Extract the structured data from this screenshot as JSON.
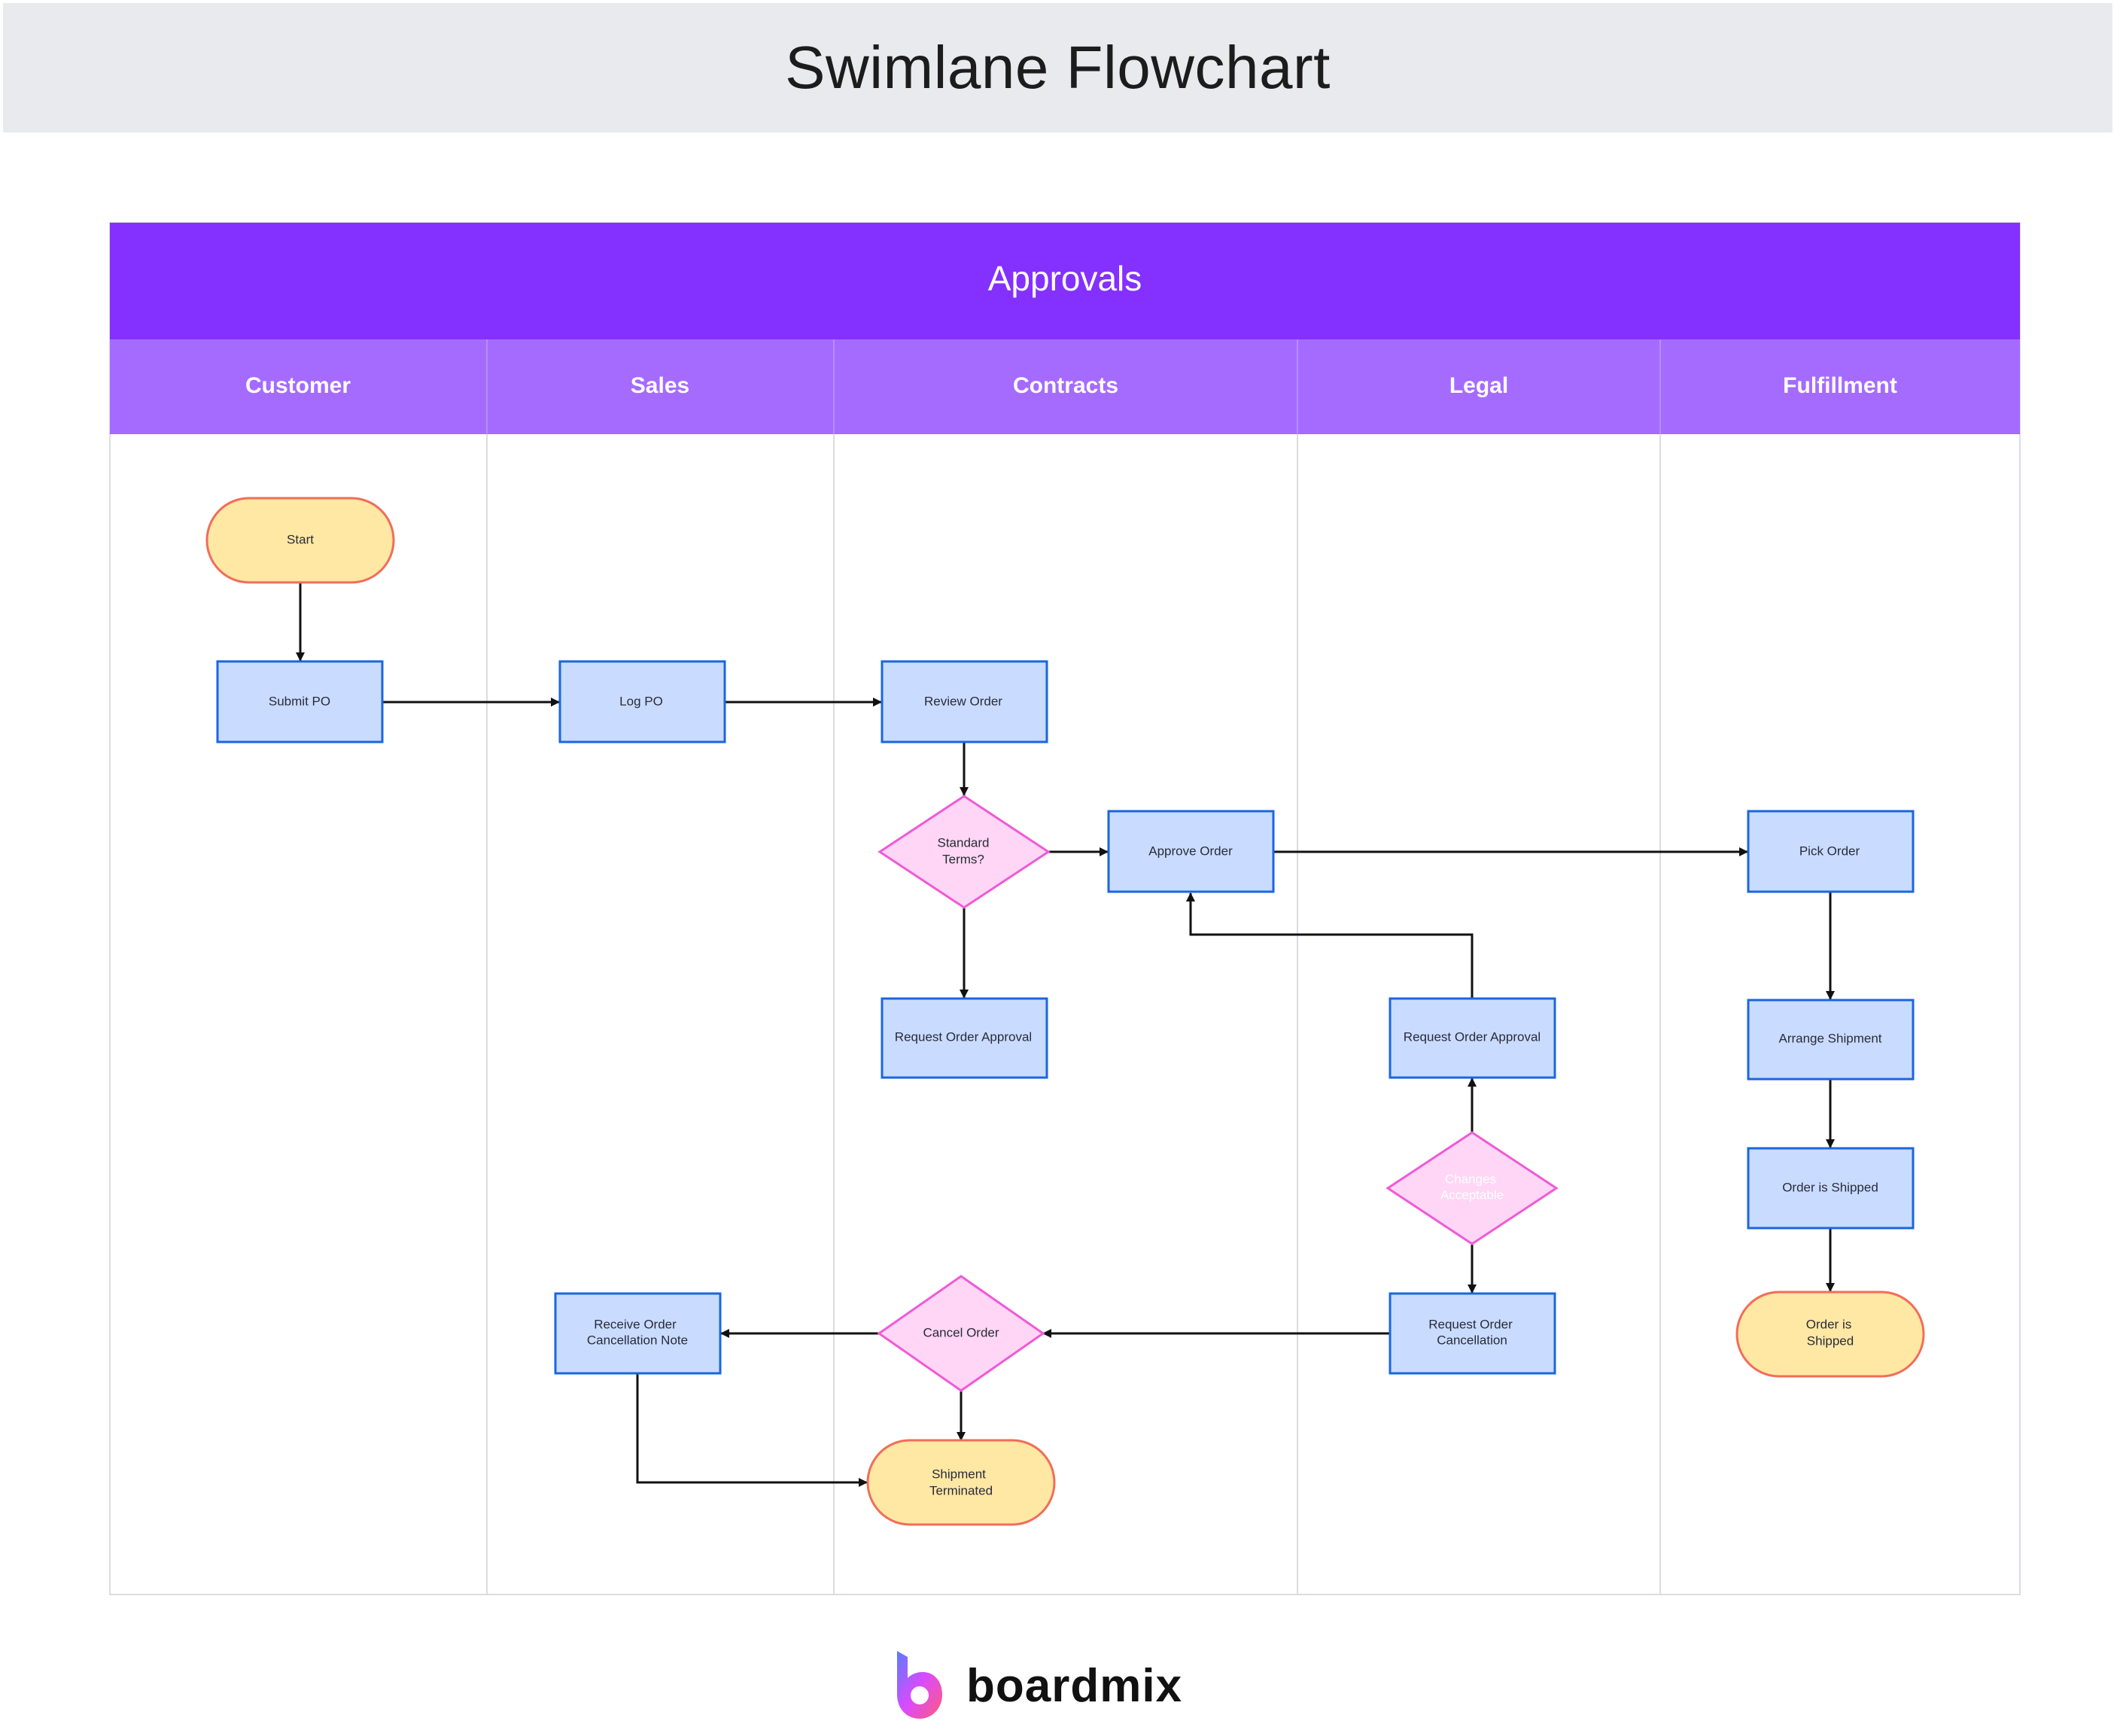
{
  "page_title": "Swimlane Flowchart",
  "diagram": {
    "header": "Approvals",
    "lanes": [
      "Customer",
      "Sales",
      "Contracts",
      "Legal",
      "Fulfillment"
    ],
    "nodes": {
      "start": "Start",
      "submit_po": "Submit PO",
      "log_po": "Log PO",
      "review_order": "Review Order",
      "standard_terms": [
        "Standard",
        "Terms?"
      ],
      "approve_order": "Approve Order",
      "pick_order": "Pick Order",
      "request_approval_contracts": "Request Order Approval",
      "request_approval_legal": "Request Order Approval",
      "arrange_shipment": "Arrange Shipment",
      "changes_acceptable": [
        "Changes",
        "Acceptable"
      ],
      "order_is_shipped_box": "Order is Shipped",
      "receive_cancellation": [
        "Receive Order",
        "Cancellation Note"
      ],
      "cancel_order": "Cancel Order",
      "request_cancellation": [
        "Request Order",
        "Cancellation"
      ],
      "order_is_shipped_end": [
        "Order is",
        "Shipped"
      ],
      "shipment_terminated": [
        "Shipment",
        "Terminated"
      ]
    }
  },
  "brand": {
    "name": "boardmix"
  },
  "colors": {
    "header": "#8430ff",
    "lane_header": "#a56bff",
    "process_fill": "#c9dcff",
    "process_stroke": "#1a66e0",
    "decision_fill": "#ffd6f5",
    "decision_stroke": "#f05ad7",
    "terminal_fill": "#ffe8a3",
    "terminal_stroke": "#f26d5a"
  }
}
